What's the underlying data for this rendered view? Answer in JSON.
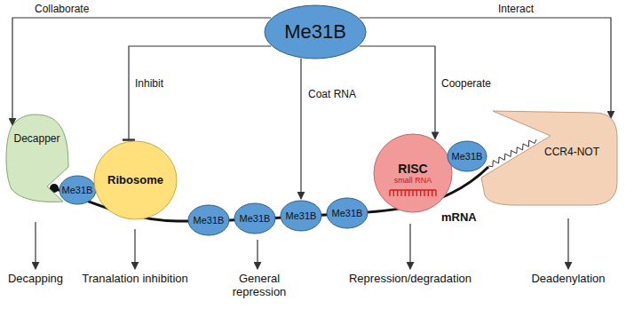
{
  "diagram": {
    "nodes": [
      {
        "text": [
          "Me31B"
        ]
      },
      {
        "text": [
          "Decapper"
        ]
      },
      {
        "text": [
          "Me31B"
        ]
      },
      {
        "text": [
          "Ribosome"
        ]
      },
      {
        "text": [
          "Me31B"
        ]
      },
      {
        "text": [
          "Me31B"
        ]
      },
      {
        "text": [
          "Me31B"
        ]
      },
      {
        "text": [
          "Me31B"
        ]
      },
      {
        "text": [
          "RISC",
          "small RNA"
        ]
      },
      {
        "text": [
          "Me31B"
        ]
      },
      {
        "text": [
          "CCR4-NOT"
        ]
      }
    ],
    "edges": [
      {
        "from": 0,
        "to": 1,
        "label": "Collaborate",
        "arrow": "to"
      },
      {
        "from": 0,
        "to": 3,
        "label": "Inhibit",
        "arrow": "to"
      },
      {
        "from": 0,
        "to": 6,
        "label": "Coat RNA",
        "arrow": "to"
      },
      {
        "from": 0,
        "to": 8,
        "label": "Cooperate",
        "arrow": "to"
      },
      {
        "from": 0,
        "to": 10,
        "label": "Interact",
        "arrow": "to"
      }
    ],
    "labels": [
      "mRNA",
      "Decapping",
      "Tranalation inhibition",
      "General repression",
      "Repression/degradation",
      "Deadenylation"
    ]
  }
}
